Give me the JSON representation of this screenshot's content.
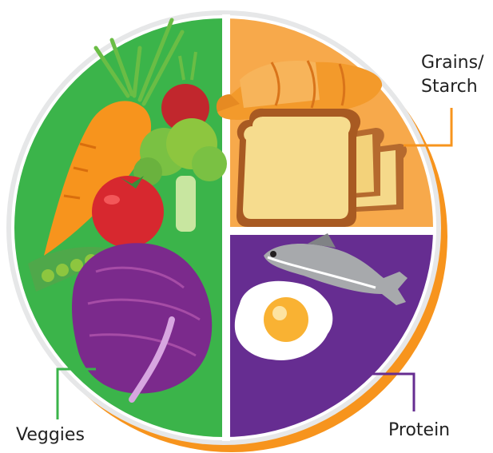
{
  "labels": {
    "grains_line1": "Grains/",
    "grains_line2": "Starch",
    "veggies": "Veggies",
    "protein": "Protein"
  },
  "colors": {
    "veggies": "#3bb44a",
    "grains": "#f7a94b",
    "protein": "#662d91",
    "plate_rim": "#e6e7e8",
    "plate_shadow": "#f7941d",
    "leader_grains": "#f7941d",
    "leader_veggies": "#3bb44a",
    "leader_protein": "#662d91"
  },
  "sections": [
    {
      "name": "Veggies",
      "foods": [
        "carrot",
        "radish",
        "broccoli",
        "tomato",
        "peas",
        "red cabbage"
      ]
    },
    {
      "name": "Grains/Starch",
      "foods": [
        "croissant",
        "bread slices"
      ]
    },
    {
      "name": "Protein",
      "foods": [
        "fish",
        "fried egg"
      ]
    }
  ]
}
